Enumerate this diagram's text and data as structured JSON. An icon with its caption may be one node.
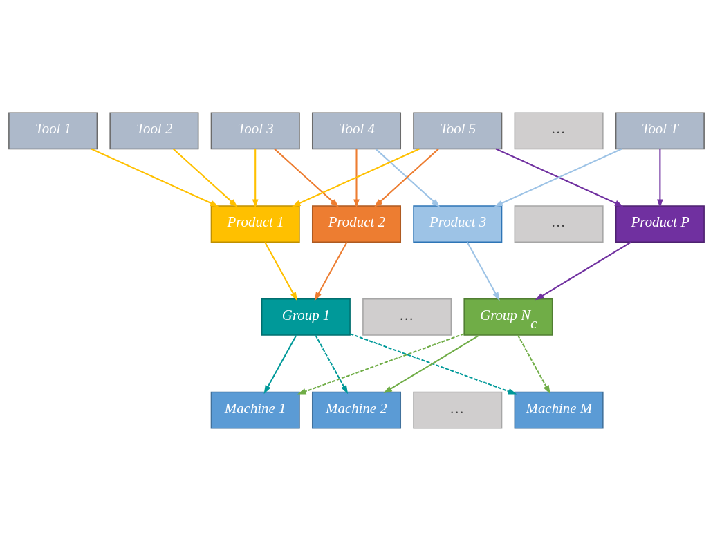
{
  "diagram": {
    "nodes": [
      {
        "text": [
          "Tool 1"
        ]
      },
      {
        "text": [
          "Tool 2"
        ]
      },
      {
        "text": [
          "Tool 3"
        ]
      },
      {
        "text": [
          "Tool 4"
        ]
      },
      {
        "text": [
          "Tool 5"
        ]
      },
      {
        "text": [
          "…"
        ]
      },
      {
        "text": [
          "Tool T"
        ]
      },
      {
        "text": [
          "Product 1"
        ]
      },
      {
        "text": [
          "Product 2"
        ]
      },
      {
        "text": [
          "Product 3"
        ]
      },
      {
        "text": [
          "…"
        ]
      },
      {
        "text": [
          "Product P"
        ]
      },
      {
        "text": [
          "Group 1"
        ]
      },
      {
        "text": [
          "…"
        ]
      },
      {
        "text": [
          "Group N$_{c}$"
        ]
      },
      {
        "text": [
          "Machine 1"
        ]
      },
      {
        "text": [
          "Machine 2"
        ]
      },
      {
        "text": [
          "…"
        ]
      },
      {
        "text": [
          "Machine M"
        ]
      }
    ],
    "edges": [
      {
        "from": 0,
        "to": 7,
        "arrow": "to",
        "color": "#ffc000"
      },
      {
        "from": 1,
        "to": 7,
        "arrow": "to",
        "color": "#ffc000"
      },
      {
        "from": 2,
        "to": 7,
        "arrow": "to",
        "color": "#ffc000"
      },
      {
        "from": 2,
        "to": 8,
        "arrow": "to",
        "color": "#ed7d31"
      },
      {
        "from": 3,
        "to": 8,
        "arrow": "to",
        "color": "#ed7d31"
      },
      {
        "from": 3,
        "to": 9,
        "arrow": "to",
        "color": "#9dc3e6"
      },
      {
        "from": 4,
        "to": 7,
        "arrow": "to",
        "color": "#ffc000"
      },
      {
        "from": 4,
        "to": 8,
        "arrow": "to",
        "color": "#ed7d31"
      },
      {
        "from": 4,
        "to": 11,
        "arrow": "to",
        "color": "#7030a0"
      },
      {
        "from": 6,
        "to": 9,
        "arrow": "to",
        "color": "#9dc3e6"
      },
      {
        "from": 6,
        "to": 11,
        "arrow": "to",
        "color": "#7030a0"
      },
      {
        "from": 7,
        "to": 12,
        "arrow": "to",
        "color": "#ffc000"
      },
      {
        "from": 8,
        "to": 12,
        "arrow": "to",
        "color": "#ed7d31"
      },
      {
        "from": 9,
        "to": 14,
        "arrow": "to",
        "color": "#9dc3e6"
      },
      {
        "from": 11,
        "to": 14,
        "arrow": "to",
        "color": "#7030a0"
      },
      {
        "from": 12,
        "to": 15,
        "arrow": "to",
        "color": "#009999"
      },
      {
        "from": 12,
        "to": 16,
        "arrow": "to",
        "style": "dashed",
        "color": "#009999"
      },
      {
        "from": 12,
        "to": 18,
        "arrow": "to",
        "style": "dashed",
        "color": "#009999"
      },
      {
        "from": 14,
        "to": 15,
        "arrow": "to",
        "style": "dashed",
        "color": "#70ad47"
      },
      {
        "from": 14,
        "to": 16,
        "arrow": "to",
        "color": "#70ad47"
      },
      {
        "from": 14,
        "to": 18,
        "arrow": "to",
        "style": "dashed",
        "color": "#70ad47"
      }
    ]
  }
}
